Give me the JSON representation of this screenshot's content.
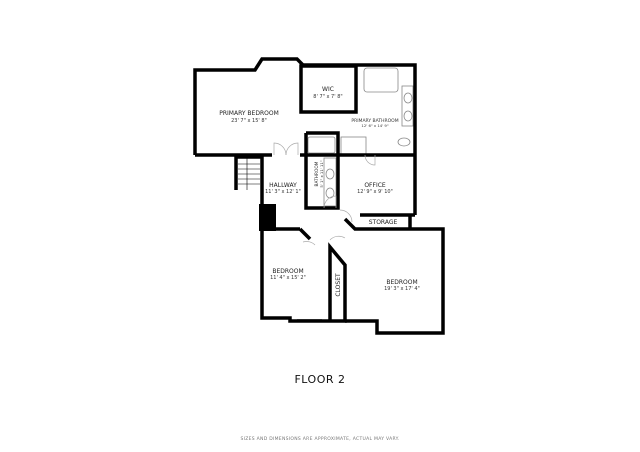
{
  "rooms": [
    {
      "name": "PRIMARY BEDROOM",
      "dims": "23' 7\" x 15' 8\""
    },
    {
      "name": "WIC",
      "dims": "8' 7\" x 7' 8\""
    },
    {
      "name": "PRIMARY BATHROOM",
      "dims": "12' 6\" x 14' 9\""
    },
    {
      "name": "BATHROOM",
      "dims": "5' 1\" x 11' 11\""
    },
    {
      "name": "HALLWAY",
      "dims": "11' 3\" x 12' 1\""
    },
    {
      "name": "OFFICE",
      "dims": "12' 9\" x 9' 10\""
    },
    {
      "name": "STORAGE"
    },
    {
      "name": "BEDROOM",
      "dims": "11' 4\" x 15' 2\""
    },
    {
      "name": "CLOSET"
    },
    {
      "name": "BEDROOM",
      "dims": "19' 3\" x 17' 4\""
    }
  ],
  "floor_label": "FLOOR 2",
  "disclaimer": "SIZES AND DIMENSIONS ARE APPROXIMATE, ACTUAL MAY VARY."
}
